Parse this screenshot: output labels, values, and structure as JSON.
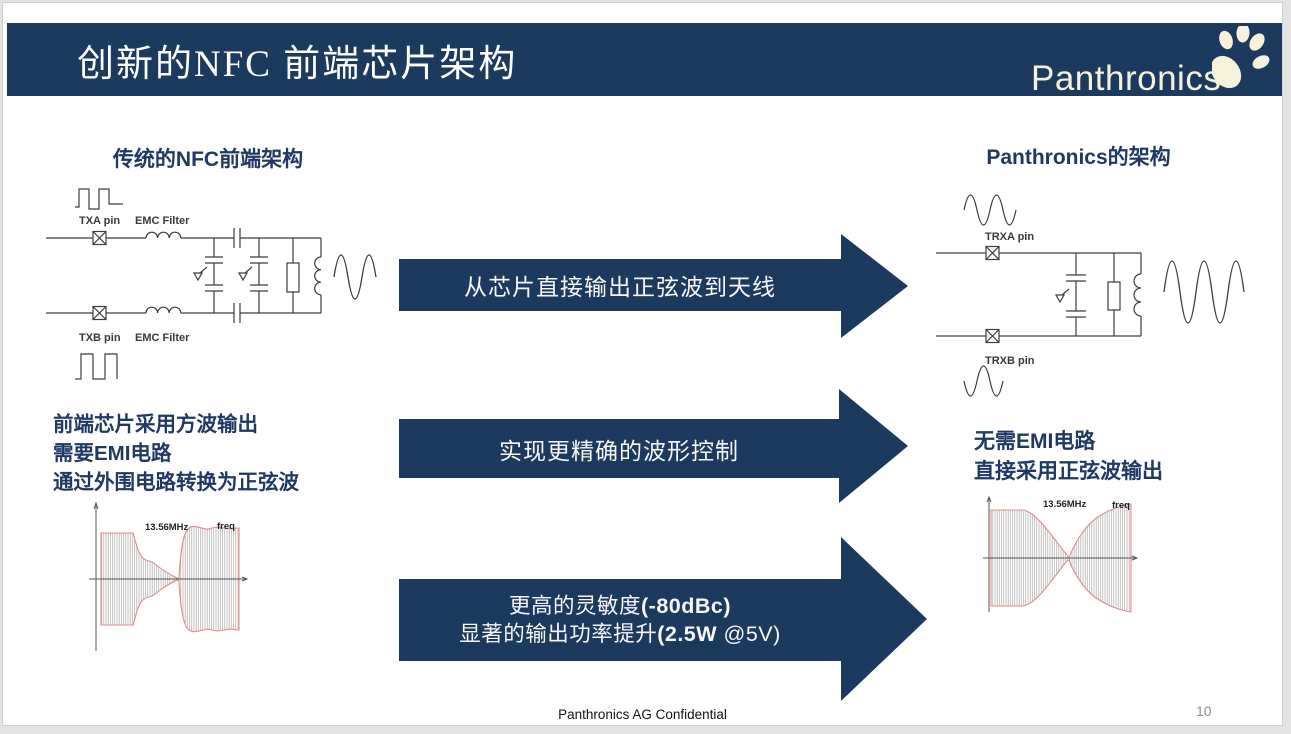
{
  "header": {
    "title": "创新的NFC 前端芯片架构",
    "logo_text": "Panthronics"
  },
  "sections": {
    "left_title": "传统的NFC前端架构",
    "right_title": "Panthronics的架构"
  },
  "circuits": {
    "left": {
      "txa": "TXA pin",
      "emc_a": "EMC Filter",
      "txb": "TXB pin",
      "emc_b": "EMC Filter"
    },
    "right": {
      "trxa": "TRXA pin",
      "trxb": "TRXB pin"
    }
  },
  "arrows": [
    {
      "label": "从芯片直接输出正弦波到天线"
    },
    {
      "label": "实现更精确的波形控制"
    },
    {
      "line1_normal": "更高的灵敏度",
      "line1_bold": "(-80dBc)",
      "line2_normal": "显著的输出功率提升",
      "line2_bold": "(2.5W",
      "line2_tail": " @5V)"
    }
  ],
  "descriptions": {
    "left_lines": [
      "前端芯片采用方波输出",
      "需要EMI电路",
      "通过外围电路转换为正弦波"
    ],
    "right_lines": [
      "无需EMI电路",
      "直接采用正弦波输出"
    ]
  },
  "waveforms": {
    "left": {
      "freq_value": "13.56MHz",
      "axis_label": "freq"
    },
    "right": {
      "freq_value": "13.56MHz",
      "axis_label": "freq"
    }
  },
  "footer": {
    "confidential": "Panthronics AG Confidential",
    "page_number": "10"
  },
  "colors": {
    "navy": "#1b3a5e",
    "text_navy": "#1f3864",
    "logo_cream": "#f6f2da",
    "envelope_red": "#e58a8a"
  }
}
